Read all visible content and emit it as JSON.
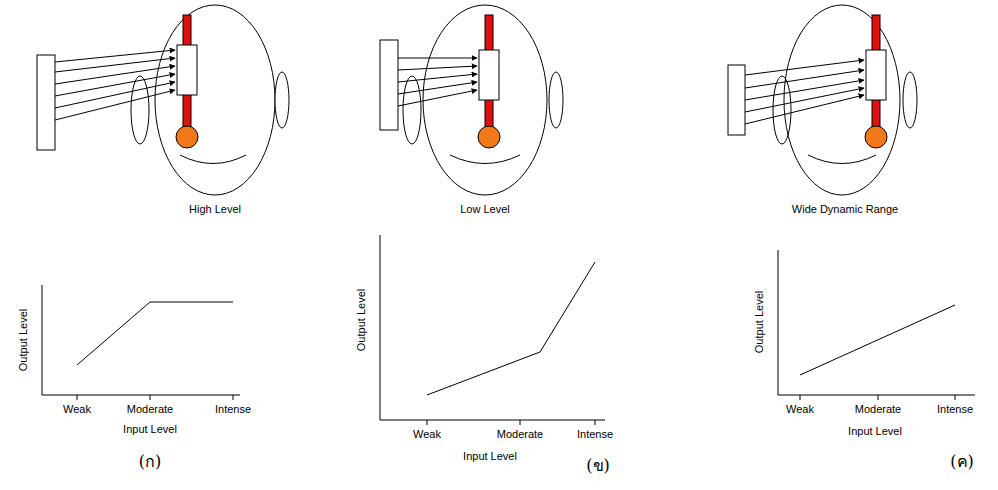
{
  "diagram": {
    "labels": [
      "High Level",
      "Output Level",
      "Weak",
      "Moderate",
      "Intense",
      "Input Level",
      "(ก)",
      "Low Level",
      "Output Level",
      "Weak",
      "Moderate",
      "Intense",
      "Input Level",
      "(ข)",
      "Wide Dynamic Range",
      "Output Level",
      "Weak",
      "Moderate",
      "Intense",
      "Input Level",
      "(ค)"
    ]
  }
}
